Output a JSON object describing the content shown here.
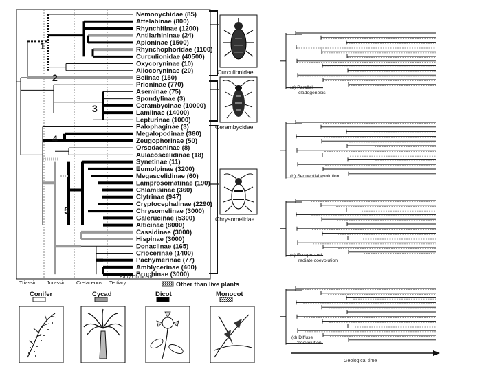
{
  "taxa": [
    "Nemonychidae (85)",
    "Attelabinae (800)",
    "Rhynchitinae (1200)",
    "Antliarhininae (24)",
    "Apioninae (1500)",
    "Rhynchophoridae (1100)",
    "Curculionidae (40500)",
    "Oxycoryninae (10)",
    "Allocoryninae (20)",
    "Belinae (150)",
    "Prioninae (770)",
    "Aseminae (75)",
    "Spondylinae (3)",
    "Cerambycinae (10000)",
    "Lamiinae (14000)",
    "Lepturinae (1000)",
    "Palophaginae (3)",
    "Megalopodinae (360)",
    "Zeugophorinae (50)",
    "Orsodacninae (8)",
    "Aulacoscelidinae (18)",
    "Synetinae (11)",
    "Eumolpinae (3200)",
    "Megascelidinae (60)",
    "Lamprosomatinae (190)",
    "Chlamisinae (360)",
    "Clytrinae (947)",
    "Cryptocephalinae (2290)",
    "Chrysomelinae (3000)",
    "Galerucinae (5300)",
    "Alticinae (8000)",
    "Cassidinae (3000)",
    "Hispinae (3000)",
    "Donaciinae (165)",
    "Criocerinae (1400)",
    "Pachymerinae (77)",
    "Amblycerinae (400)",
    "Bruchinae (3000)"
  ],
  "node_numbers": [
    "1",
    "2",
    "3",
    "4",
    "5"
  ],
  "families": [
    "Curculionidae",
    "Cerambycidae",
    "Chrysomelidae"
  ],
  "periods": [
    "Triassic",
    "Jurassic",
    "Cretaceous",
    "Tertiary"
  ],
  "early_oligocene": "Early Oligocene",
  "legend_other": "Other than live plants",
  "plants": [
    {
      "label": "Conifer"
    },
    {
      "label": "Cycad"
    },
    {
      "label": "Dicot"
    },
    {
      "label": "Monocot"
    }
  ],
  "panels": [
    {
      "line1": "(a) Parallel",
      "line2": "cladogenesis"
    },
    {
      "line1": "(b) Sequential evolution",
      "line2": ""
    },
    {
      "line1": "(c) Escape-and-",
      "line2": "radiate coevolution"
    },
    {
      "line1": "(d) Diffuse",
      "line2": "'coevolution'"
    }
  ],
  "x_axis_label": "Geological time",
  "colors": {
    "conifer": "#ffffff",
    "cycad": "#9a9a9a",
    "dicot": "#000000",
    "monocot": "hatched",
    "line": "#111111"
  }
}
